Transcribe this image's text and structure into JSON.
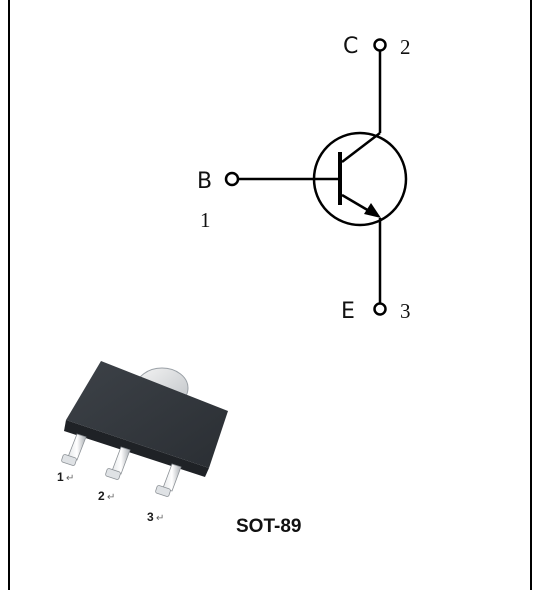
{
  "symbol": {
    "collector": {
      "letter": "C",
      "number": "2"
    },
    "base": {
      "letter": "B",
      "number": "1"
    },
    "emitter": {
      "letter": "E",
      "number": "3"
    }
  },
  "package": {
    "name": "SOT-89",
    "pins": [
      "1",
      "2",
      "3"
    ],
    "body_color": "#2f3338",
    "lead_color": "#c9ccd0"
  },
  "colors": {
    "line": "#000000",
    "background": "#ffffff"
  }
}
